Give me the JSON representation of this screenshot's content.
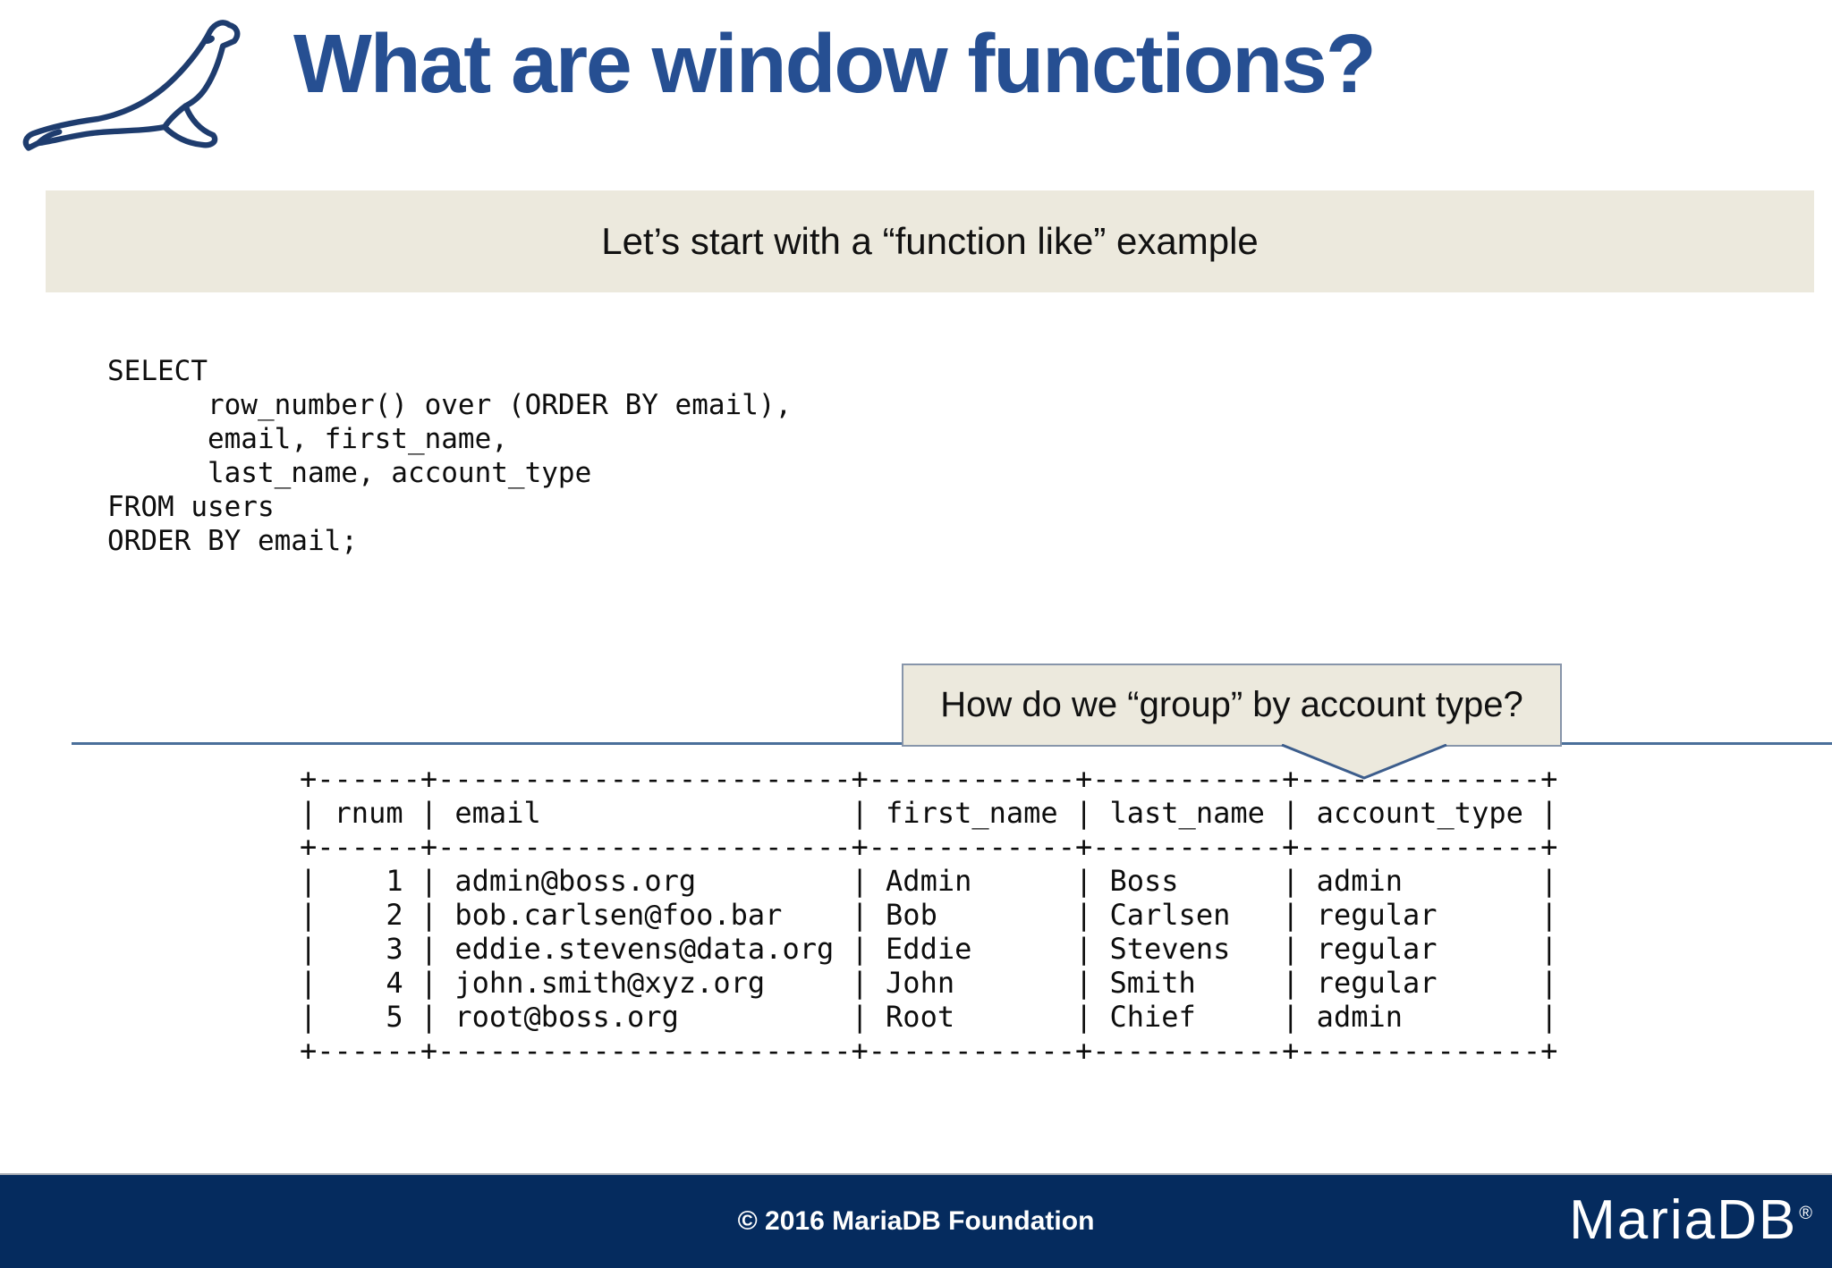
{
  "slide": {
    "logo": "mariadb-seal",
    "title": "What are window functions?",
    "banner": "Let’s start with a “function like” example",
    "sql": {
      "lines": [
        "SELECT",
        "      row_number() over (ORDER BY email),",
        "      email, first_name,",
        "      last_name, account_type",
        "FROM users",
        "ORDER BY email;"
      ]
    },
    "callout": "How do we “group” by account type?",
    "result_table": {
      "columns": [
        {
          "name": "rnum",
          "width": 4,
          "align": "right"
        },
        {
          "name": "email",
          "width": 22,
          "align": "left"
        },
        {
          "name": "first_name",
          "width": 10,
          "align": "left"
        },
        {
          "name": "last_name",
          "width": 9,
          "align": "left"
        },
        {
          "name": "account_type",
          "width": 12,
          "align": "left"
        }
      ],
      "rows": [
        [
          "1",
          "admin@boss.org",
          "Admin",
          "Boss",
          "admin"
        ],
        [
          "2",
          "bob.carlsen@foo.bar",
          "Bob",
          "Carlsen",
          "regular"
        ],
        [
          "3",
          "eddie.stevens@data.org",
          "Eddie",
          "Stevens",
          "regular"
        ],
        [
          "4",
          "john.smith@xyz.org",
          "John",
          "Smith",
          "regular"
        ],
        [
          "5",
          "root@boss.org",
          "Root",
          "Chief",
          "admin"
        ]
      ]
    },
    "footer": {
      "copyright": "© 2016 MariaDB Foundation",
      "logo_text": "MariaDB",
      "registered_mark": "®"
    },
    "colors": {
      "title_blue": "#264f92",
      "footer_navy": "#052b5e",
      "beige": "#ece9dd",
      "rule_blue": "#4a6f9a",
      "callout_border": "#8795aa",
      "tail_stroke": "#3c5d8c"
    }
  }
}
